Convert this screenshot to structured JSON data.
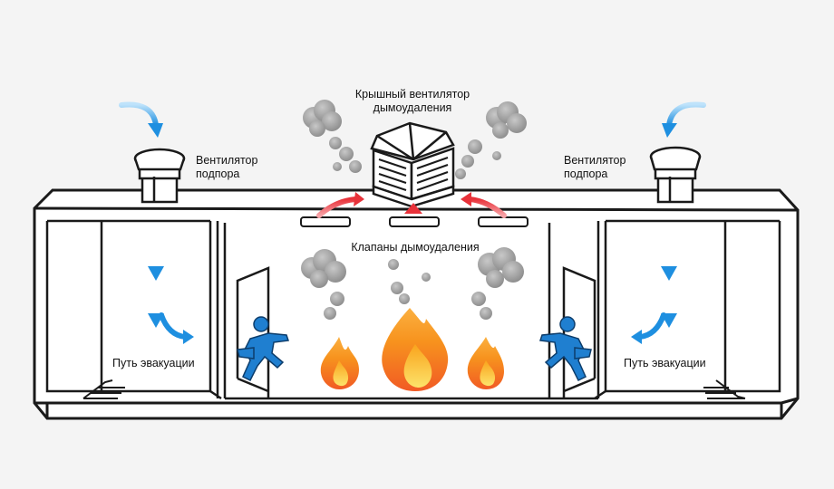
{
  "labels": {
    "roof_fan_line1": "Крышный вентилятор",
    "roof_fan_line2": "дымоудаления",
    "supply_fan_left_line1": "Вентилятор",
    "supply_fan_left_line2": "подпора",
    "supply_fan_right_line1": "Вентилятор",
    "supply_fan_right_line2": "подпора",
    "smoke_valves": "Клапаны дымоудаления",
    "evacuation_left": "Путь эвакуации",
    "evacuation_right": "Путь эвакуации"
  },
  "colors": {
    "outline": "#1a1a1a",
    "air_arrow": "#2a9be0",
    "smoke_arrow": "#e8323a",
    "person": "#1f7fd0",
    "smoke": "#9a9a9a",
    "fire_outer": "#f7891f",
    "fire_inner": "#fbd24a"
  },
  "icons": [
    "supply-fan-icon",
    "roof-fan-icon",
    "smoke-valve-icon",
    "running-person-icon",
    "fire-icon",
    "smoke-cloud-icon",
    "stairs-icon",
    "door-icon",
    "airflow-arrow-icon"
  ]
}
